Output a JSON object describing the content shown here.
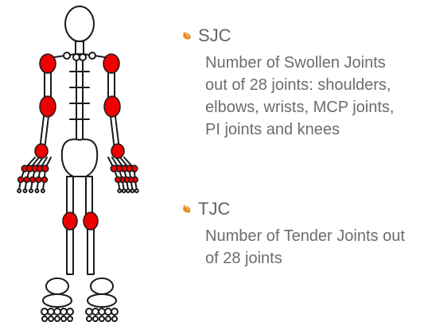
{
  "legend": [
    {
      "title": "SJC",
      "description": [
        "Number of Swollen Joints",
        "out of 28 joints: shoulders,",
        "elbows, wrists, MCP joints,",
        "PI joints and knees"
      ]
    },
    {
      "title": "TJC",
      "description": [
        "Number of Tender Joints out",
        "of 28 joints"
      ]
    }
  ],
  "colors": {
    "joint_highlight": "#ee0000",
    "joint_outline": "#1a1a1a",
    "bullet_accent": "#e8891c",
    "text": "#666666"
  },
  "icons": {
    "figure": "skeleton-joint-diagram",
    "bullet": "orange-bullet-icon"
  }
}
